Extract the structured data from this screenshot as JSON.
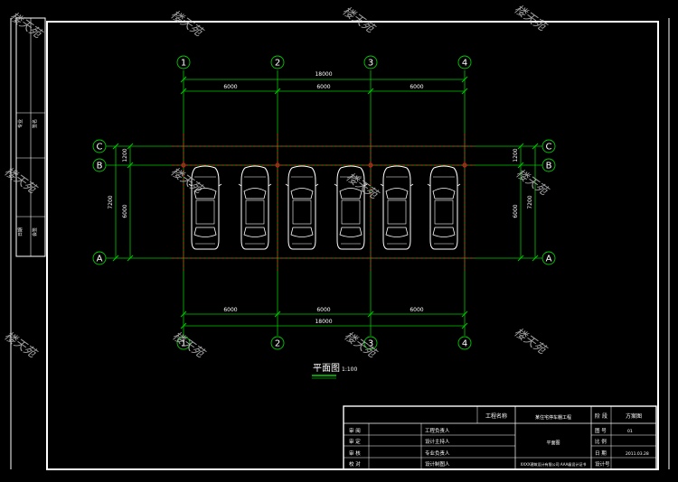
{
  "grid": {
    "columns": [
      "1",
      "2",
      "3",
      "4"
    ],
    "rows": [
      "C",
      "B",
      "A"
    ]
  },
  "dimensions": {
    "total": "18000",
    "bay_top": [
      "6000",
      "6000",
      "6000"
    ],
    "bay_bottom": [
      "6000",
      "6000",
      "6000"
    ],
    "left_outer": "7200",
    "left_inner": "6000",
    "left_small": "1200",
    "right_outer": "7200",
    "right_inner": "6000",
    "right_small": "1200"
  },
  "drawing": {
    "title": "平面图",
    "scale": "1:100",
    "car_count": 6
  },
  "watermark": "楼天苑",
  "title_block": {
    "project_name_label": "工程名称",
    "project_name_value": "某住宅停车棚工程",
    "stage_label": "阶 段",
    "stage_value": "方案图",
    "drawing_name": "平面图",
    "company": "XXXX建筑设计有限公司 AAA级设计证书",
    "roles_left": [
      "审 阅",
      "审 定",
      "审 核",
      "校 对"
    ],
    "roles_mid": [
      "工程负责人",
      "设计主持人",
      "专业负责人",
      "设计制图人"
    ],
    "info_labels": [
      "图 号",
      "比 例",
      "日 期",
      "设计号"
    ],
    "info_values": [
      "01",
      "",
      "2011.03.28",
      ""
    ]
  },
  "left_strip": {
    "labels": [
      "专业",
      "签名",
      "日期",
      "会签"
    ]
  },
  "colors": {
    "frame": "#ffffff",
    "grid_line": "#00c800",
    "column_red": "#ff2020",
    "text": "#ffffff",
    "underline": "#00ff00"
  }
}
